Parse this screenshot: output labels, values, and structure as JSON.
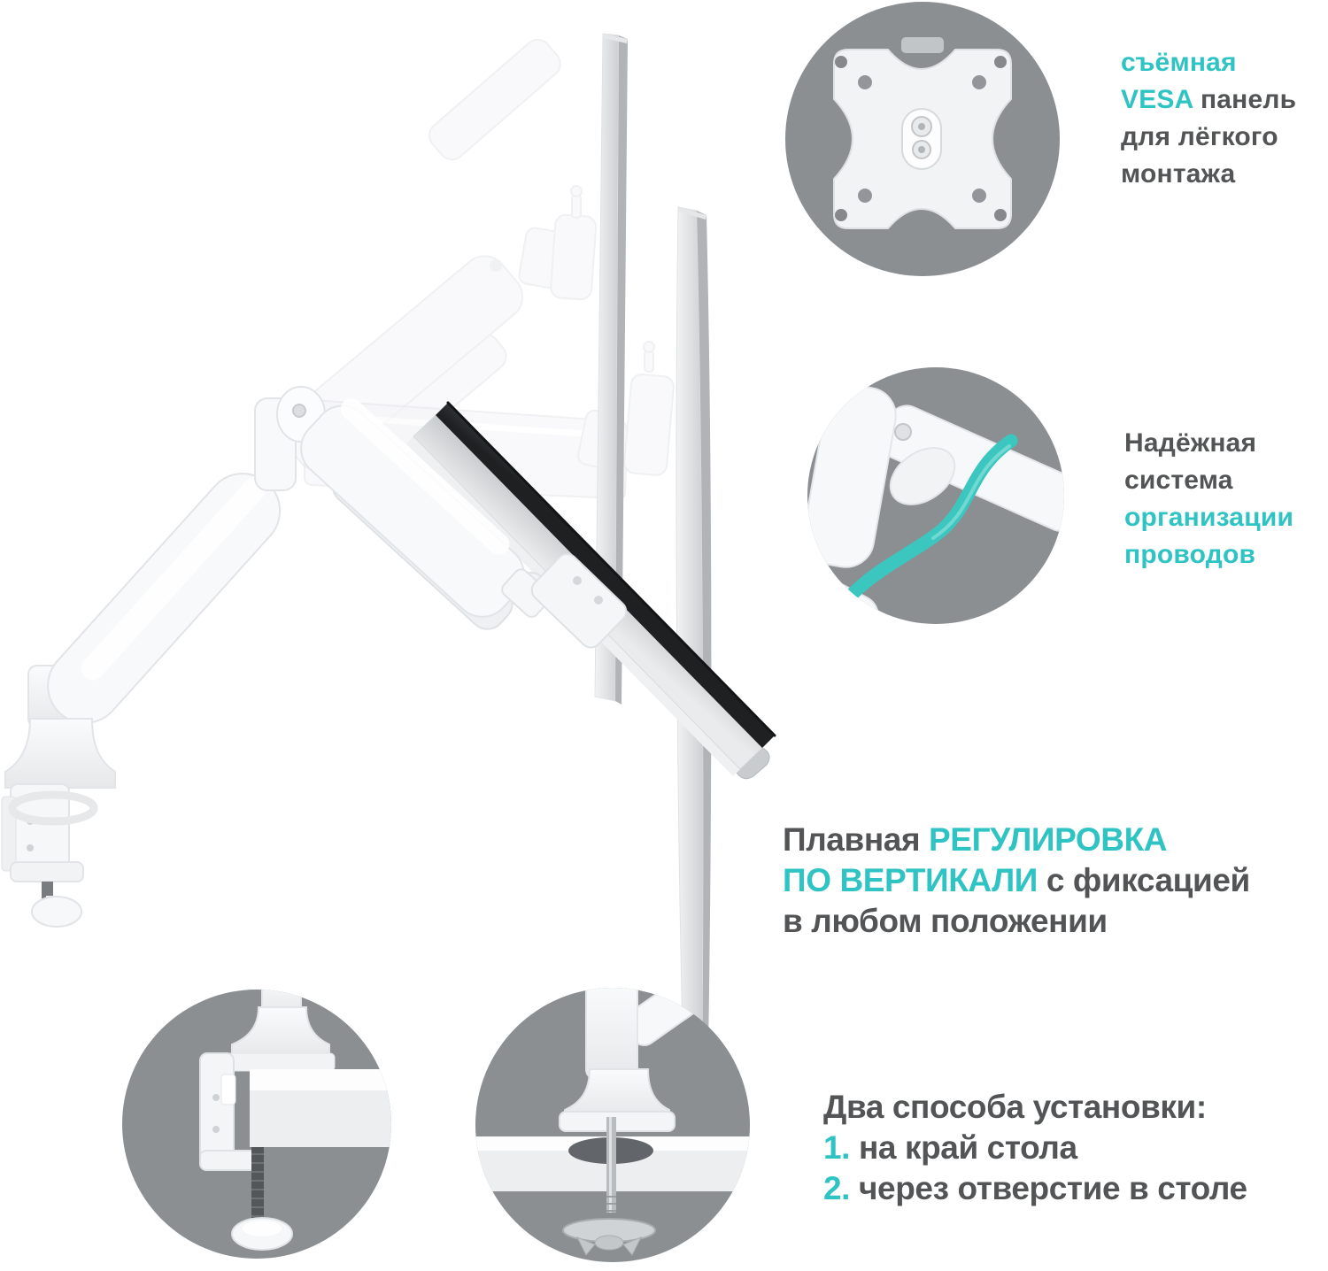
{
  "colors": {
    "accent": "#2fc3c4",
    "text": "#525456",
    "circle_background": "#8b8f92",
    "cable": "#3cc6c0",
    "monitor_edge": "#b0b4b7",
    "arm_white": "#f7f8fa"
  },
  "feature_vesa": {
    "line1_accent": "съёмная",
    "line2_accent": "VESA",
    "line2_rest": "панель",
    "line3": "для лёгкого",
    "line4": "монтажа"
  },
  "feature_cable": {
    "line1": "Надёжная",
    "line2": "система",
    "line3_accent": "организации",
    "line4_accent": "проводов"
  },
  "feature_vertical": {
    "lead": "Плавная",
    "accent1": "РЕГУЛИРОВКА",
    "accent2": "ПО ВЕРТИКАЛИ",
    "rest2": "с фиксацией",
    "line3": "в любом положении"
  },
  "feature_install": {
    "title": "Два способа установки:",
    "item1_num": "1.",
    "item1_text": "на край стола",
    "item2_num": "2.",
    "item2_text": "через отверстие в столе"
  },
  "illustrations": {
    "main": "monitor-arm-with-three-positions",
    "inset1": "vesa-quick-release-plate",
    "inset2": "cable-management-channel",
    "inset3": "desk-edge-clamp-mount",
    "inset4": "grommet-through-hole-mount"
  }
}
